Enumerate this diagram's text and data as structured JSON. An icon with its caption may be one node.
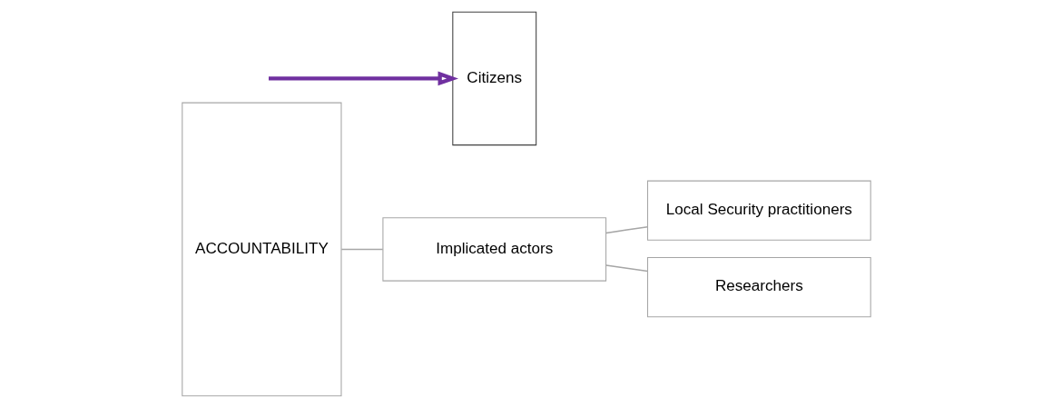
{
  "diagram": {
    "nodes": [
      {
        "text": [
          "ACCOUNTABILITY"
        ]
      },
      {
        "text": [
          "Implicated actors"
        ]
      },
      {
        "text": [
          "Local Security practitioners"
        ]
      },
      {
        "text": [
          "Researchers"
        ]
      },
      {
        "text": [
          "Citizens"
        ]
      }
    ],
    "edges": [
      {
        "from": 0,
        "to": 1,
        "arrow": "none"
      },
      {
        "from": 1,
        "to": 2,
        "arrow": "none"
      },
      {
        "from": 1,
        "to": 3,
        "arrow": "none"
      },
      {
        "from": null,
        "to": 4,
        "arrow": "to",
        "style": "thick",
        "color": "#7030a0"
      }
    ]
  }
}
